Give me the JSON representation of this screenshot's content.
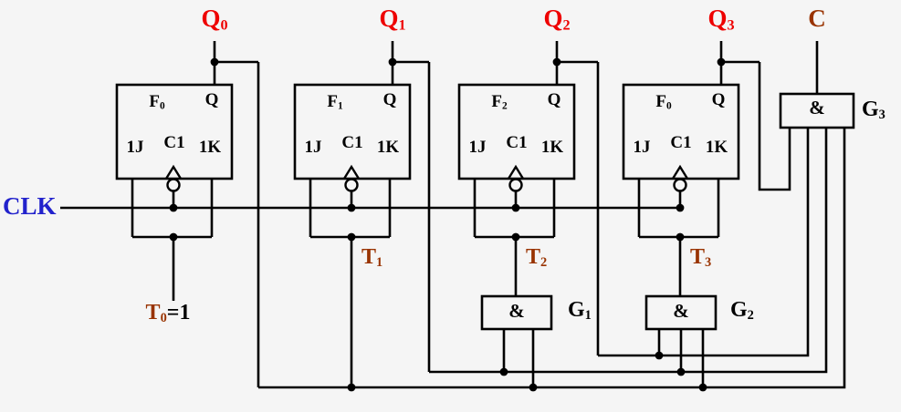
{
  "colors": {
    "background": "#f5f5f5",
    "wire": "#000000",
    "q_label": "#ee0000",
    "t_and_c_label": "#993300",
    "clk_label": "#2222cc",
    "pin_label": "#000000"
  },
  "clk_label": "CLK",
  "carry_label": "C",
  "outputs": [
    {
      "base": "Q",
      "sub": "0"
    },
    {
      "base": "Q",
      "sub": "1"
    },
    {
      "base": "Q",
      "sub": "2"
    },
    {
      "base": "Q",
      "sub": "3"
    }
  ],
  "flipflops": [
    {
      "name_base": "F",
      "name_sub": "0",
      "q_pin": "Q",
      "j_pin": "1J",
      "clk_pin": "C1",
      "k_pin": "1K"
    },
    {
      "name_base": "F",
      "name_sub": "1",
      "q_pin": "Q",
      "j_pin": "1J",
      "clk_pin": "C1",
      "k_pin": "1K"
    },
    {
      "name_base": "F",
      "name_sub": "2",
      "q_pin": "Q",
      "j_pin": "1J",
      "clk_pin": "C1",
      "k_pin": "1K"
    },
    {
      "name_base": "F",
      "name_sub": "0",
      "q_pin": "Q",
      "j_pin": "1J",
      "clk_pin": "C1",
      "k_pin": "1K"
    }
  ],
  "t_inputs": [
    {
      "base": "T",
      "sub": "0",
      "suffix": "=1"
    },
    {
      "base": "T",
      "sub": "1",
      "suffix": ""
    },
    {
      "base": "T",
      "sub": "2",
      "suffix": ""
    },
    {
      "base": "T",
      "sub": "3",
      "suffix": ""
    }
  ],
  "gates": [
    {
      "symbol": "&",
      "label_base": "G",
      "label_sub": "1"
    },
    {
      "symbol": "&",
      "label_base": "G",
      "label_sub": "2"
    },
    {
      "symbol": "&",
      "label_base": "G",
      "label_sub": "3"
    }
  ]
}
